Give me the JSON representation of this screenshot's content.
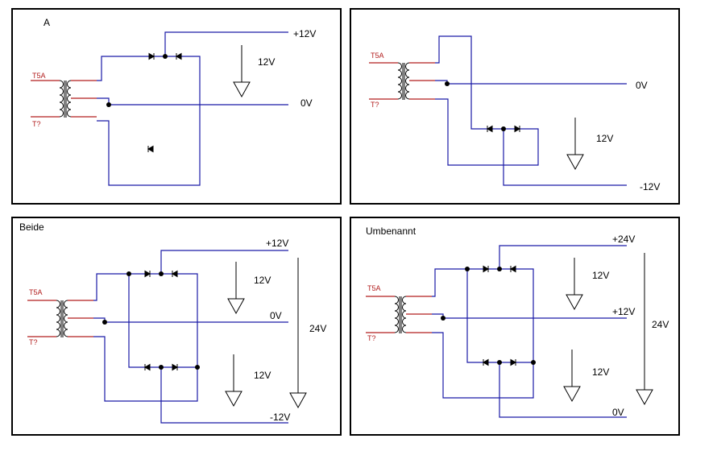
{
  "panels": {
    "a": {
      "title": "A",
      "transformer": {
        "top": "T5A",
        "bottom": "T?"
      },
      "outputs": {
        "plus": "+12V",
        "zero": "0V",
        "voltage": "12V"
      }
    },
    "b": {
      "title": "",
      "transformer": {
        "top": "T5A",
        "bottom": "T?"
      },
      "outputs": {
        "zero": "0V",
        "minus": "-12V",
        "voltage": "12V"
      }
    },
    "beide": {
      "title": "Beide",
      "transformer": {
        "top": "T5A",
        "bottom": "T?"
      },
      "outputs": {
        "plus": "+12V",
        "zero": "0V",
        "minus": "-12V",
        "voltage_top": "12V",
        "voltage_bottom": "12V",
        "voltage_total": "24V"
      }
    },
    "umbenannt": {
      "title": "Umbenannt",
      "transformer": {
        "top": "T5A",
        "bottom": "T?"
      },
      "outputs": {
        "plus24": "+24V",
        "plus12": "+12V",
        "zero": "0V",
        "voltage_top": "12V",
        "voltage_bottom": "12V",
        "voltage_total": "24V"
      }
    }
  },
  "colors": {
    "wire": "#1a1aa6",
    "terminal": "#b21e1e",
    "frame": "#000000"
  }
}
